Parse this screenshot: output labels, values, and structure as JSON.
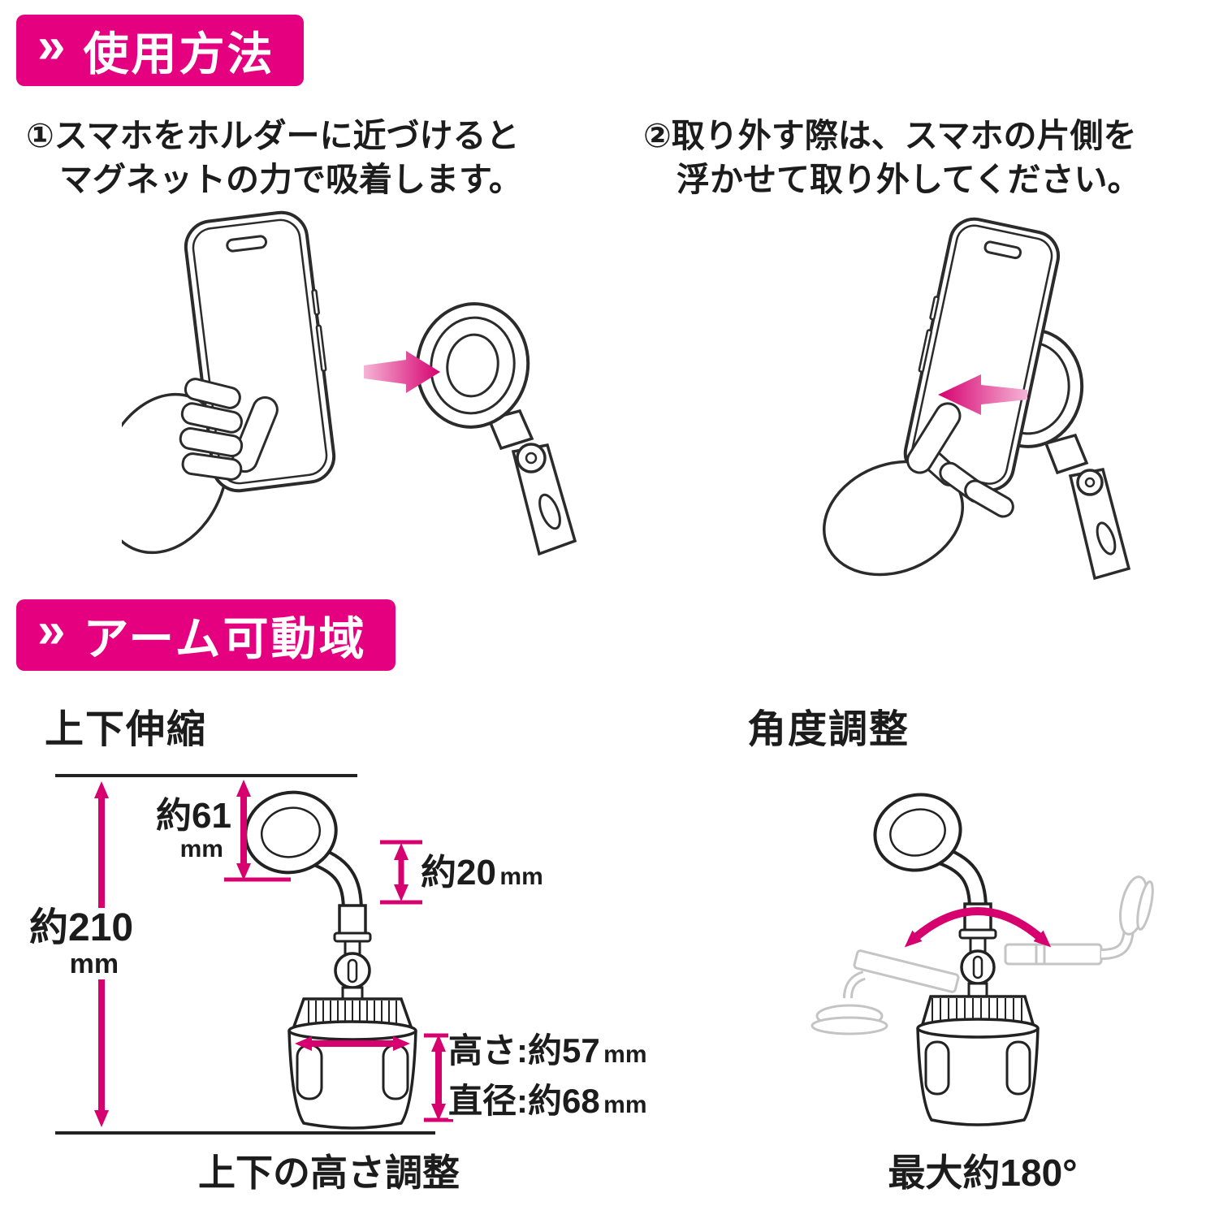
{
  "page": {
    "bg": "#ffffff",
    "accent": "#e4007f",
    "arrow_color": "#d6006f",
    "text_color": "#1c1c1c"
  },
  "usage": {
    "chevron": "»",
    "title": "使用方法",
    "steps": [
      {
        "num": "①",
        "l1": "スマホをホルダーに近づけると",
        "l2": "マグネットの力で吸着します。"
      },
      {
        "num": "②",
        "l1": "取り外す際は、スマホの片側を",
        "l2": "浮かせて取り外してください。"
      }
    ]
  },
  "arm": {
    "chevron": "»",
    "title": "アーム可動域",
    "left": {
      "title": "上下伸縮",
      "dims": {
        "d61": {
          "v": "約61",
          "u": "mm"
        },
        "d20": {
          "v": "約20",
          "u": "mm"
        },
        "d210": {
          "v": "約210",
          "u": "mm"
        },
        "height": {
          "v": "高さ:約57",
          "u": "mm"
        },
        "diameter": {
          "v": "直径:約68",
          "u": "mm"
        }
      },
      "caption": "上下の高さ調整"
    },
    "right": {
      "title": "角度調整",
      "caption": "最大約180°"
    }
  }
}
